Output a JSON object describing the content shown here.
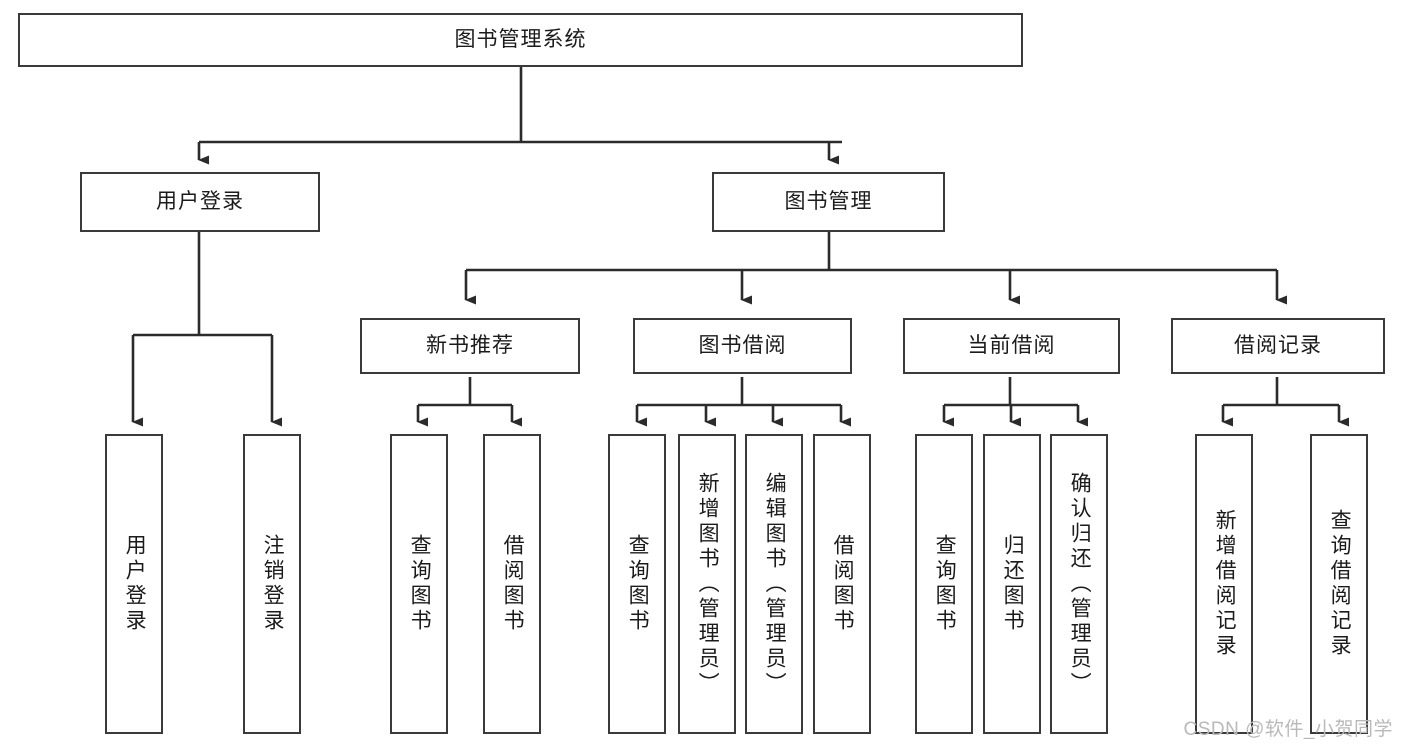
{
  "diagram": {
    "type": "tree",
    "title": "图书管理系统",
    "watermark": "CSDN @软件_小贺同学",
    "colors": {
      "stroke": "#3a3a3a",
      "fill": "#ffffff",
      "text": "#1b1b1b",
      "watermark": "#b9b9b9"
    },
    "nodes": {
      "root": {
        "label": "图书管理系统",
        "level": 1,
        "orientation": "horizontal"
      },
      "user_login": {
        "label": "用户登录",
        "level": 2,
        "orientation": "horizontal"
      },
      "book_manage": {
        "label": "图书管理",
        "level": 2,
        "orientation": "horizontal"
      },
      "new_book_rec": {
        "label": "新书推荐",
        "level": 3,
        "orientation": "horizontal"
      },
      "book_borrow": {
        "label": "图书借阅",
        "level": 3,
        "orientation": "horizontal"
      },
      "current_borrow": {
        "label": "当前借阅",
        "level": 3,
        "orientation": "horizontal"
      },
      "borrow_record": {
        "label": "借阅记录",
        "level": 3,
        "orientation": "horizontal"
      },
      "leaf_user_login": {
        "label": "用户登录",
        "level": 3,
        "orientation": "vertical"
      },
      "leaf_user_logout": {
        "label": "注销登录",
        "level": 3,
        "orientation": "vertical"
      },
      "leaf_rec_query": {
        "label": "查询图书",
        "level": 4,
        "orientation": "vertical"
      },
      "leaf_rec_borrow": {
        "label": "借阅图书",
        "level": 4,
        "orientation": "vertical"
      },
      "leaf_borrow_query": {
        "label": "查询图书",
        "level": 4,
        "orientation": "vertical"
      },
      "leaf_borrow_add": {
        "label": "新增图书（管理员）",
        "level": 4,
        "orientation": "vertical"
      },
      "leaf_borrow_edit": {
        "label": "编辑图书（管理员）",
        "level": 4,
        "orientation": "vertical"
      },
      "leaf_borrow_lend": {
        "label": "借阅图书",
        "level": 4,
        "orientation": "vertical"
      },
      "leaf_cur_query": {
        "label": "查询图书",
        "level": 4,
        "orientation": "vertical"
      },
      "leaf_cur_return": {
        "label": "归还图书",
        "level": 4,
        "orientation": "vertical"
      },
      "leaf_cur_confirm": {
        "label": "确认归还（管理员）",
        "level": 4,
        "orientation": "vertical"
      },
      "leaf_rec_add": {
        "label": "新增借阅记录",
        "level": 4,
        "orientation": "vertical"
      },
      "leaf_rec_search": {
        "label": "查询借阅记录",
        "level": 4,
        "orientation": "vertical"
      }
    },
    "edges": [
      {
        "from": "root",
        "to": "user_login"
      },
      {
        "from": "root",
        "to": "book_manage"
      },
      {
        "from": "user_login",
        "to": "leaf_user_login"
      },
      {
        "from": "user_login",
        "to": "leaf_user_logout"
      },
      {
        "from": "book_manage",
        "to": "new_book_rec"
      },
      {
        "from": "book_manage",
        "to": "book_borrow"
      },
      {
        "from": "book_manage",
        "to": "current_borrow"
      },
      {
        "from": "book_manage",
        "to": "borrow_record"
      },
      {
        "from": "new_book_rec",
        "to": "leaf_rec_query"
      },
      {
        "from": "new_book_rec",
        "to": "leaf_rec_borrow"
      },
      {
        "from": "book_borrow",
        "to": "leaf_borrow_query"
      },
      {
        "from": "book_borrow",
        "to": "leaf_borrow_add"
      },
      {
        "from": "book_borrow",
        "to": "leaf_borrow_edit"
      },
      {
        "from": "book_borrow",
        "to": "leaf_borrow_lend"
      },
      {
        "from": "current_borrow",
        "to": "leaf_cur_query"
      },
      {
        "from": "current_borrow",
        "to": "leaf_cur_return"
      },
      {
        "from": "current_borrow",
        "to": "leaf_cur_confirm"
      },
      {
        "from": "borrow_record",
        "to": "leaf_rec_add"
      },
      {
        "from": "borrow_record",
        "to": "leaf_rec_search"
      }
    ]
  }
}
